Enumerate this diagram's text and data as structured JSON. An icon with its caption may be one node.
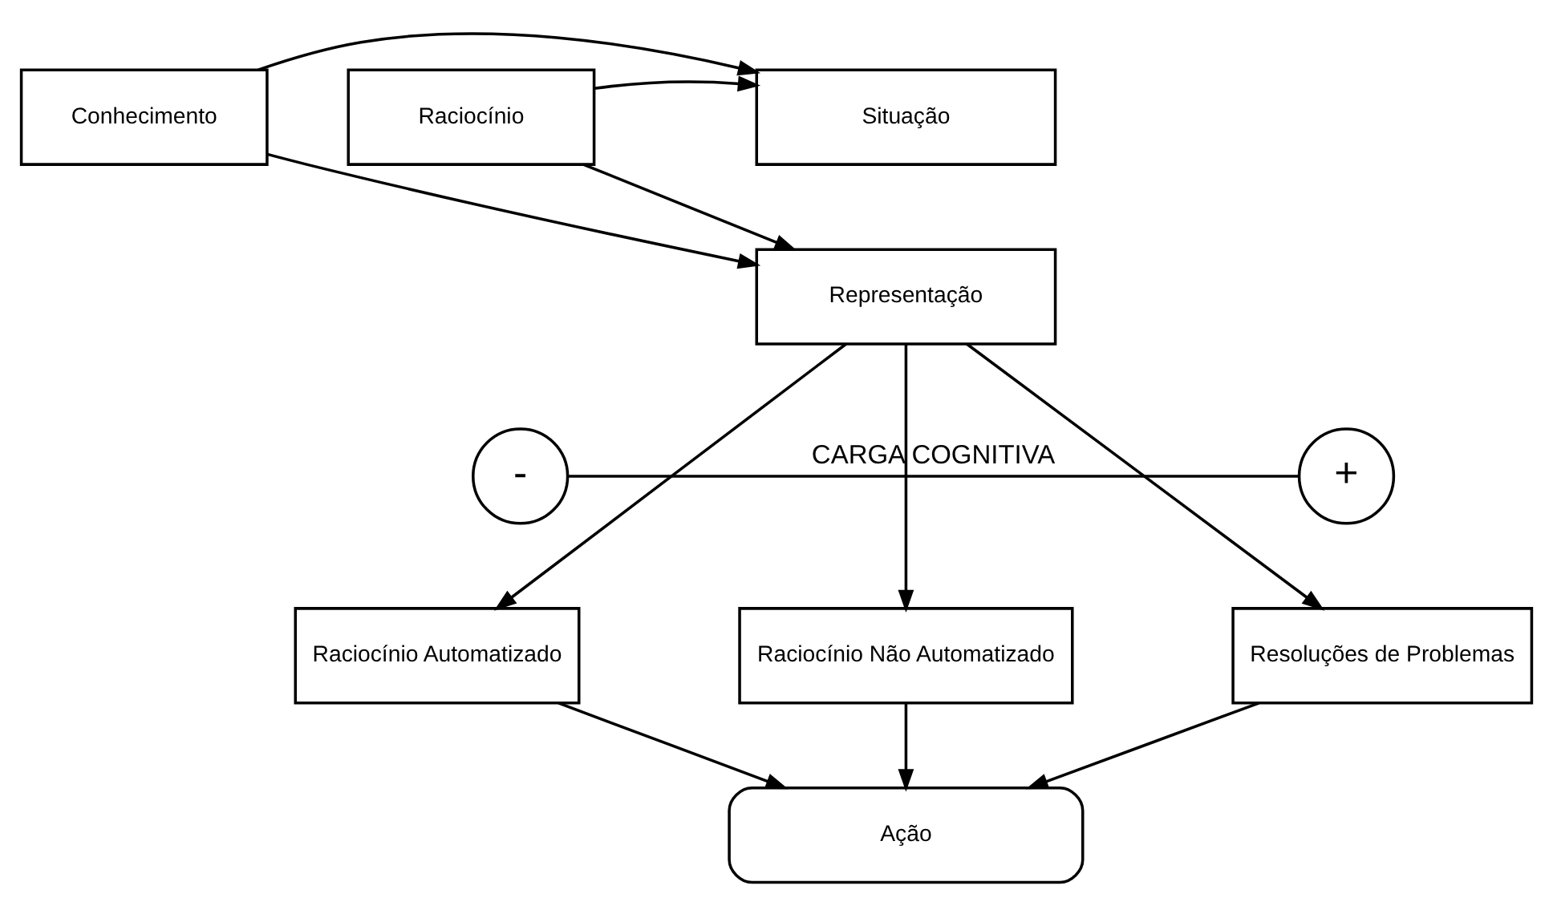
{
  "diagram": {
    "nodes": [
      {
        "text": [
          "Situação"
        ]
      },
      {
        "text": [
          "Conhecimento"
        ]
      },
      {
        "text": [
          "Raciocínio"
        ]
      },
      {
        "text": [
          "Representação"
        ]
      },
      {
        "text": [
          "-"
        ]
      },
      {
        "text": [
          "+"
        ]
      },
      {
        "text": [
          "Raciocínio Automatizado"
        ]
      },
      {
        "text": [
          "Raciocínio Não Automatizado"
        ]
      },
      {
        "text": [
          "Resoluções de Problemas"
        ]
      },
      {
        "text": [
          "Ação"
        ]
      }
    ],
    "edges": [
      {
        "from": 1,
        "to": 0,
        "arrow": "to"
      },
      {
        "from": 1,
        "to": 3,
        "arrow": "to"
      },
      {
        "from": 2,
        "to": 0,
        "arrow": "to"
      },
      {
        "from": 2,
        "to": 3,
        "arrow": "to"
      },
      {
        "from": 3,
        "to": 6,
        "arrow": "to"
      },
      {
        "from": 3,
        "to": 7,
        "arrow": "to"
      },
      {
        "from": 3,
        "to": 8,
        "arrow": "to"
      },
      {
        "from": 4,
        "to": 5,
        "arrow": "none",
        "label": "CARGA COGNITIVA"
      },
      {
        "from": 6,
        "to": 9,
        "arrow": "to"
      },
      {
        "from": 7,
        "to": 9,
        "arrow": "to"
      },
      {
        "from": 8,
        "to": 9,
        "arrow": "to"
      }
    ]
  }
}
